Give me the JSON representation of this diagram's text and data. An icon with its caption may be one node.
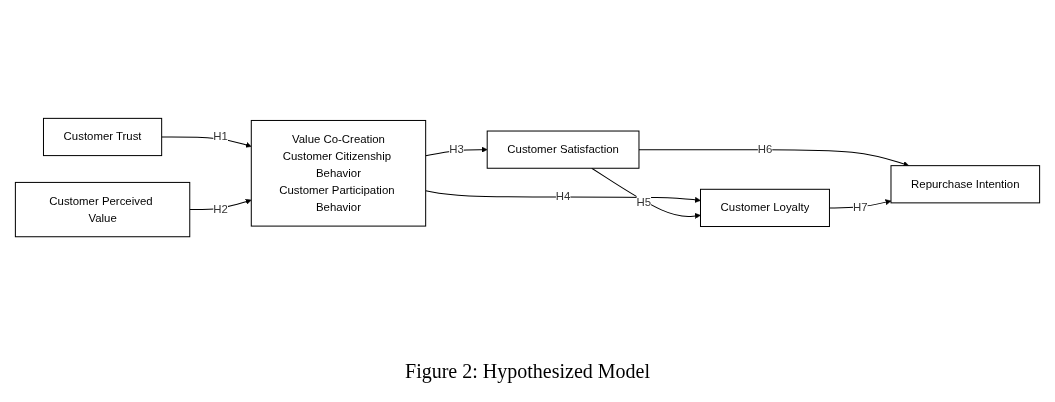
{
  "diagram": {
    "caption": "Figure 2: Hypothesized Model",
    "nodes": [
      {
        "text": [
          "Customer Trust"
        ]
      },
      {
        "text": [
          "Customer Perceived Value"
        ]
      },
      {
        "text": [
          "Value Co-Creation",
          "Customer Citizenship Behavior",
          "Customer Participation Behavior"
        ]
      },
      {
        "text": [
          "Customer Satisfaction"
        ]
      },
      {
        "text": [
          "Customer Loyalty"
        ]
      },
      {
        "text": [
          "Repurchase Intention"
        ]
      }
    ],
    "edges": [
      {
        "from": 0,
        "to": 2,
        "label": "H1",
        "arrow": "to"
      },
      {
        "from": 1,
        "to": 2,
        "label": "H2",
        "arrow": "to"
      },
      {
        "from": 2,
        "to": 3,
        "label": "H3",
        "arrow": "to"
      },
      {
        "from": 2,
        "to": 4,
        "label": "H4",
        "arrow": "to"
      },
      {
        "from": 3,
        "to": 4,
        "label": "H5",
        "arrow": "to"
      },
      {
        "from": 3,
        "to": 5,
        "label": "H6",
        "arrow": "to"
      },
      {
        "from": 4,
        "to": 5,
        "label": "H7",
        "arrow": "to"
      }
    ]
  }
}
